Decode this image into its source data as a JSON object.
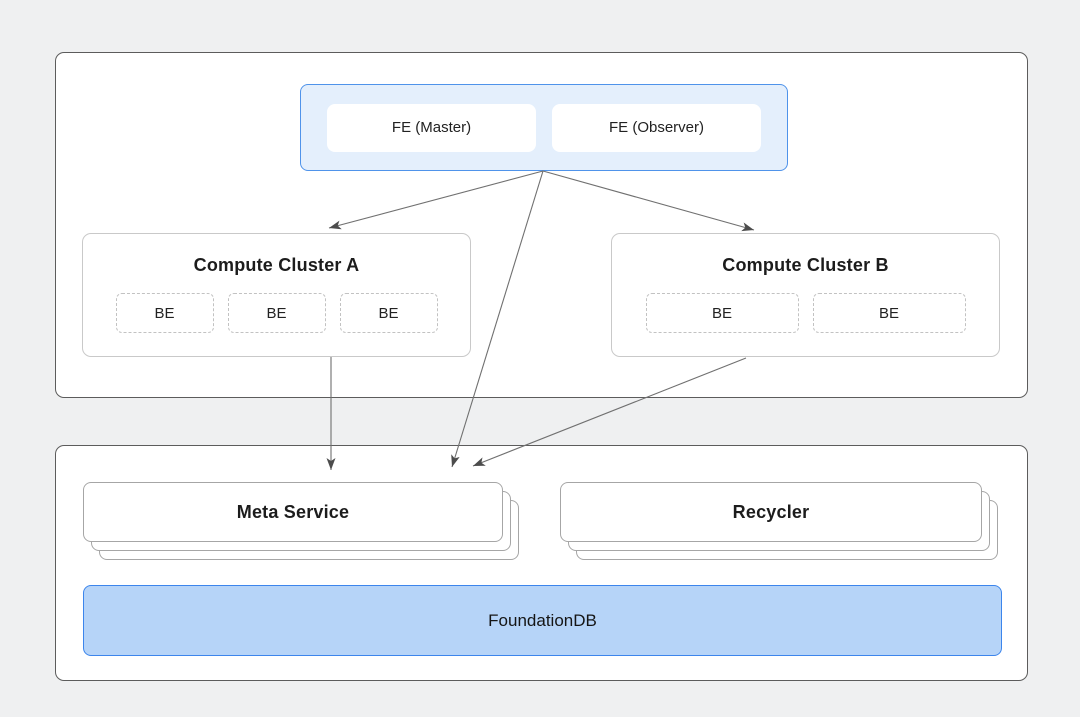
{
  "diagram": {
    "fe_group": {
      "nodes": [
        {
          "label": "FE (Master)"
        },
        {
          "label": "FE (Observer)"
        }
      ]
    },
    "cluster_a": {
      "title": "Compute Cluster A",
      "be_nodes": [
        "BE",
        "BE",
        "BE"
      ]
    },
    "cluster_b": {
      "title": "Compute Cluster B",
      "be_nodes": [
        "BE",
        "BE"
      ]
    },
    "meta_service": {
      "label": "Meta Service"
    },
    "recycler": {
      "label": "Recycler"
    },
    "foundationdb": {
      "label": "FoundationDB"
    },
    "edges": [
      {
        "from": "fe-group",
        "to": "compute-cluster-a"
      },
      {
        "from": "fe-group",
        "to": "compute-cluster-b"
      },
      {
        "from": "fe-group",
        "to": "meta-service"
      },
      {
        "from": "compute-cluster-a",
        "to": "meta-service"
      },
      {
        "from": "compute-cluster-b",
        "to": "meta-service"
      }
    ],
    "colors": {
      "page_bg": "#eff0f1",
      "container_border": "#5c5c5c",
      "fe_group_bg": "#e4effc",
      "fe_group_border": "#4f93ea",
      "fdb_bg": "#b6d4f8",
      "fdb_border": "#3c85ec",
      "arrow": "#707070",
      "arrowhead": "#4c4c4c"
    }
  }
}
